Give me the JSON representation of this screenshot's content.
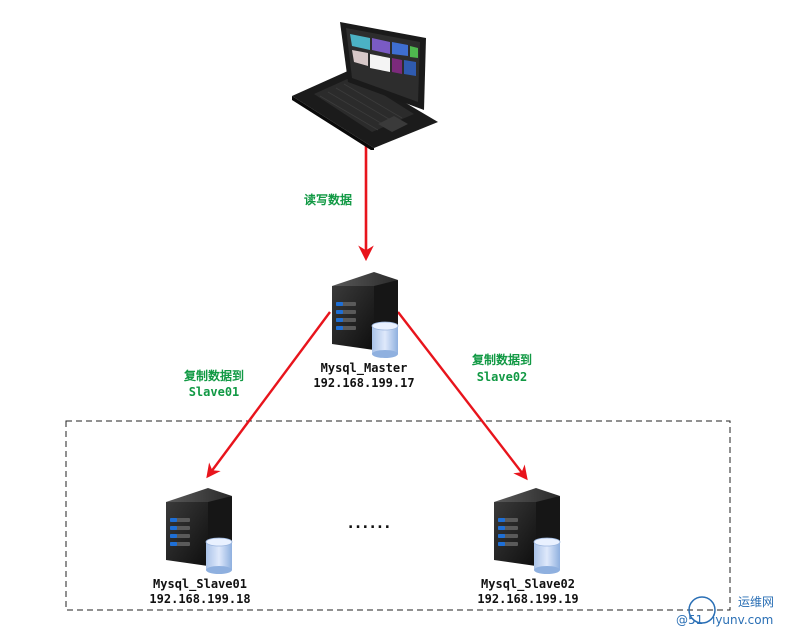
{
  "arrows": {
    "top_label": "读写数据",
    "left_label_line1": "复制数据到",
    "left_label_line2": "Slave01",
    "right_label_line1": "复制数据到",
    "right_label_line2": "Slave02"
  },
  "nodes": {
    "master": {
      "name": "Mysql_Master",
      "ip": "192.168.199.17"
    },
    "slave1": {
      "name": "Mysql_Slave01",
      "ip": "192.168.199.18"
    },
    "slave2": {
      "name": "Mysql_Slave02",
      "ip": "192.168.199.19"
    }
  },
  "ellipsis": "......",
  "watermark": {
    "line1": "运维网",
    "line2": "iyunv.com",
    "prefix": "@51"
  },
  "colors": {
    "arrow": "#e8141c",
    "label_green": "#119944",
    "server_dark": "#1b1b1b",
    "server_accent": "#1e6fd6"
  },
  "icons": {
    "laptop": "laptop-icon",
    "server": "server-icon"
  }
}
